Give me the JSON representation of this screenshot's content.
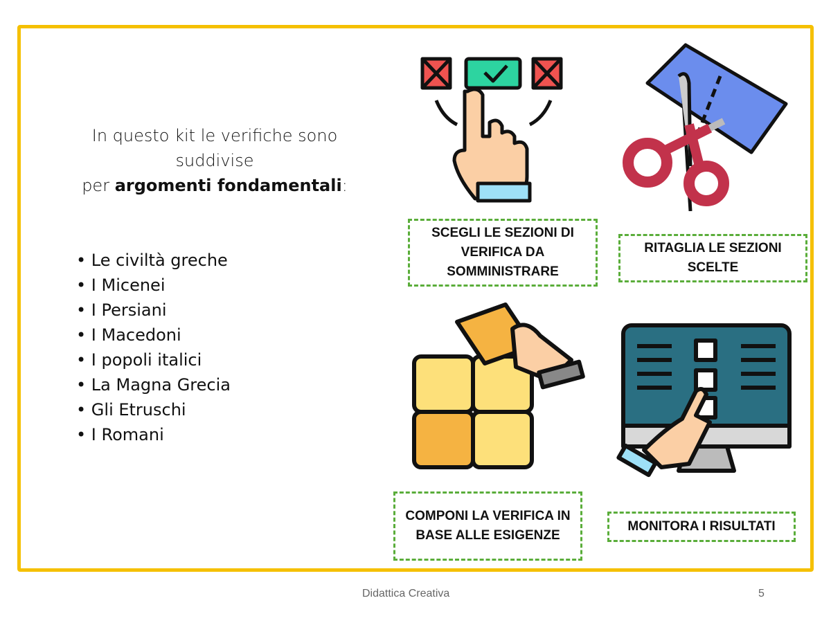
{
  "intro": {
    "line1": "In questo kit le verifiche sono suddivise",
    "line2_pre": "per ",
    "line2_bold": "argomenti fondamentali",
    "line2_post": ":"
  },
  "topics": [
    "Le civiltà greche",
    "I Micenei",
    "I Persiani",
    "I Macedoni",
    "I popoli italici",
    "La Magna Grecia",
    "Gli Etruschi",
    "I Romani"
  ],
  "steps": [
    {
      "label": "SCEGLI LE SEZIONI DI VERIFICA DA SOMMINISTRARE",
      "icon": "hand-select-icon"
    },
    {
      "label": "RITAGLIA LE SEZIONI SCELTE",
      "icon": "scissors-icon"
    },
    {
      "label": "COMPONI LA VERIFICA IN BASE ALLE ESIGENZE",
      "icon": "puzzle-icon"
    },
    {
      "label": "MONITORA I RISULTATI",
      "icon": "monitor-checklist-icon"
    }
  ],
  "footer": {
    "text": "Didattica Creativa",
    "page": "5"
  },
  "colors": {
    "frame": "#f5c000",
    "dashed": "#5aad3a"
  }
}
